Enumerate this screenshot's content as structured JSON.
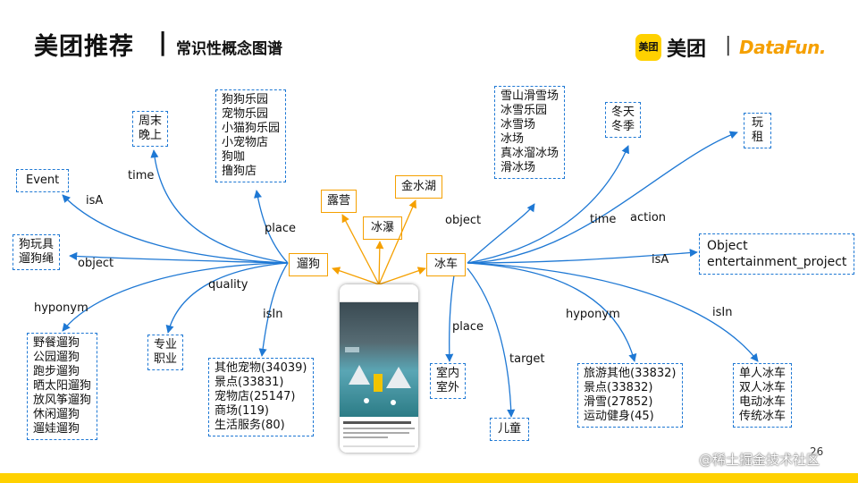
{
  "header": {
    "title": "美团推荐",
    "separator": "|",
    "subtitle": "常识性概念图谱"
  },
  "logo": {
    "badge": "美团",
    "word": "美团",
    "bar": "|",
    "datafun": "DataFun."
  },
  "nodes": {
    "weekend": [
      "周末",
      "晚上"
    ],
    "dog_places": [
      "狗狗乐园",
      "宠物乐园",
      "小猫狗乐园",
      "小宠物店",
      "狗咖",
      "撸狗店"
    ],
    "event": [
      "Event"
    ],
    "dog_toys": [
      "狗玩具",
      "遛狗绳"
    ],
    "liugou": "遛狗",
    "lugying": "露营",
    "bingpu": "冰瀑",
    "jinshuihu": "金水湖",
    "bingche": "冰车",
    "ice_places": [
      "雪山滑雪场",
      "冰雪乐园",
      "冰雪场",
      "冰场",
      "真冰溜冰场",
      "滑冰场"
    ],
    "winter": [
      "冬天",
      "冬季"
    ],
    "play_rent": [
      "玩",
      "租"
    ],
    "object_ent": [
      "Object",
      "entertainment_project"
    ],
    "walk_hyponyms": [
      "野餐遛狗",
      "公园遛狗",
      "跑步遛狗",
      "晒太阳遛狗",
      "放风筝遛狗",
      "休闲遛狗",
      "遛娃遛狗"
    ],
    "pro": [
      "专业",
      "职业"
    ],
    "liugou_isin": [
      "其他宠物(34039)",
      "景点(33831)",
      "宠物店(25147)",
      "商场(119)",
      "生活服务(80)"
    ],
    "indoor_outdoor": [
      "室内",
      "室外"
    ],
    "children": [
      "儿童"
    ],
    "ice_hyponyms": [
      "旅游其他(33832)",
      "景点(33832)",
      "滑雪(27852)",
      "运动健身(45)"
    ],
    "ice_isin": [
      "单人冰车",
      "双人冰车",
      "电动冰车",
      "传统冰车"
    ]
  },
  "edges": {
    "time_left": "time",
    "isa_left": "isA",
    "object_left": "object",
    "place_left": "place",
    "hyponym_left": "hyponym",
    "quality": "quality",
    "isin_left": "isIn",
    "object_right": "object",
    "time_right": "time",
    "action": "action",
    "isa_right": "isA",
    "place_right": "place",
    "target": "target",
    "hyponym_right": "hyponym",
    "isin_right": "isIn"
  },
  "page_number": "26",
  "watermark": "@稀土掘金技术社区",
  "colors": {
    "edge_blue": "#1E78D4",
    "center_orange": "#F5A000",
    "brand_yellow": "#FFD100"
  }
}
